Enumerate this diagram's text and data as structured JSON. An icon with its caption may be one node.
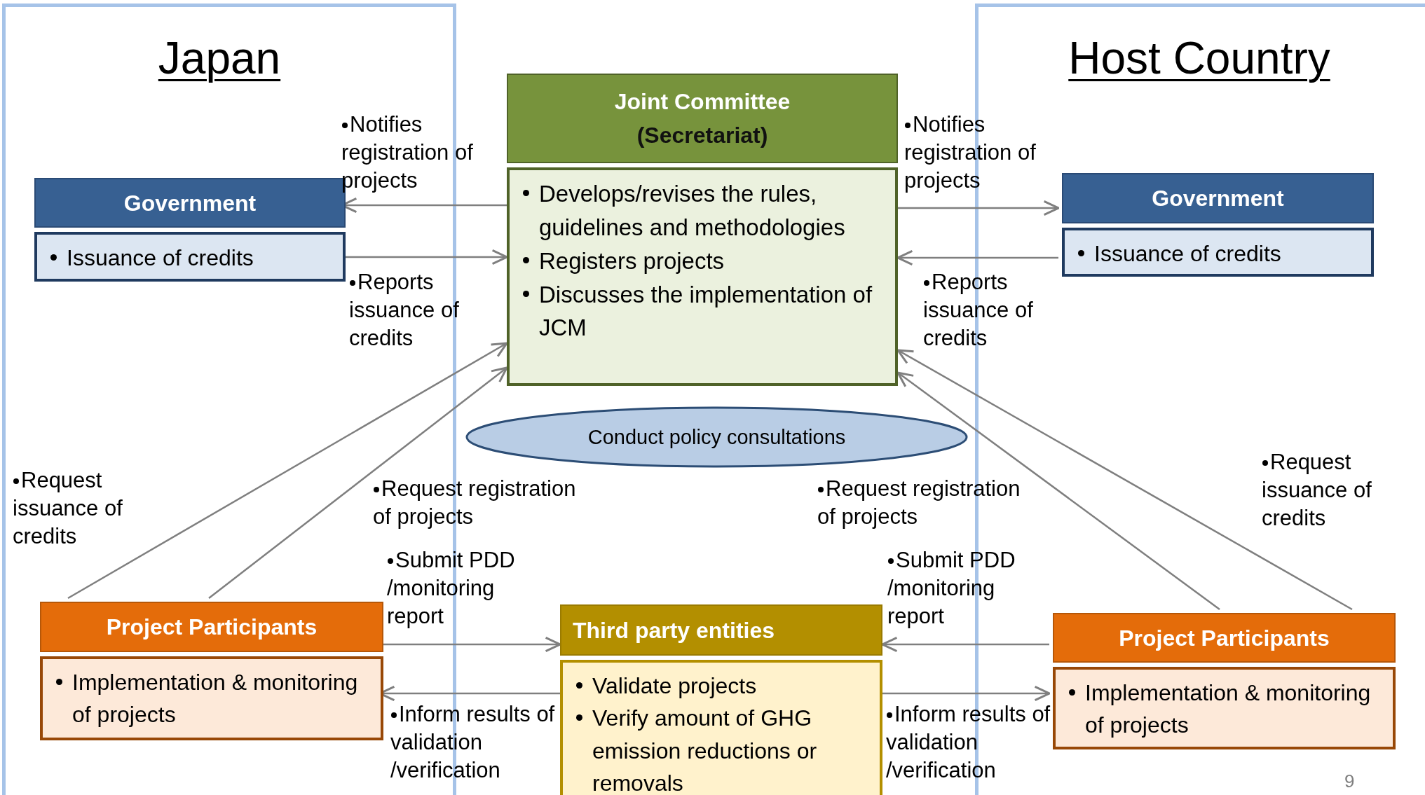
{
  "diagram": {
    "nodes": [
      {
        "text": [
          "Japan"
        ]
      },
      {
        "text": [
          "Host Country"
        ]
      },
      {
        "text": [
          "Government",
          "Issuance of credits"
        ],
        "in": 0
      },
      {
        "text": [
          "Joint Committee",
          "(Secretariat)",
          "Develops/revises the rules, guidelines and methodologies",
          "Registers projects",
          "Discusses the implementation of JCM"
        ]
      },
      {
        "text": [
          "Government",
          "Issuance of credits"
        ],
        "in": 1
      },
      {
        "text": [
          "Conduct policy consultations"
        ]
      },
      {
        "text": [
          "Project Participants",
          "Implementation & monitoring of projects"
        ],
        "in": 0
      },
      {
        "text": [
          "Third party entities",
          "Validate projects",
          "Verify amount of GHG emission reductions or removals"
        ]
      },
      {
        "text": [
          "Project Participants",
          "Implementation & monitoring of projects"
        ],
        "in": 1
      }
    ],
    "edges": [
      {
        "from": 3,
        "to": 2,
        "arrow": "to",
        "label": "Notifies registration of projects"
      },
      {
        "from": 2,
        "to": 3,
        "arrow": "to",
        "label": "Reports issuance of credits"
      },
      {
        "from": 3,
        "to": 4,
        "arrow": "to",
        "label": "Notifies registration of projects"
      },
      {
        "from": 4,
        "to": 3,
        "arrow": "to",
        "label": "Reports issuance of credits"
      },
      {
        "from": 6,
        "to": 3,
        "arrow": "to",
        "label": "Request issuance of credits"
      },
      {
        "from": 6,
        "to": 3,
        "arrow": "to",
        "label": "Request registration of projects"
      },
      {
        "from": 8,
        "to": 3,
        "arrow": "to",
        "label": "Request registration of projects"
      },
      {
        "from": 8,
        "to": 3,
        "arrow": "to",
        "label": "Request issuance of credits"
      },
      {
        "from": 6,
        "to": 7,
        "arrow": "to",
        "label": "Submit PDD /monitoring report"
      },
      {
        "from": 7,
        "to": 6,
        "arrow": "to",
        "label": "Inform results of validation /verification"
      },
      {
        "from": 8,
        "to": 7,
        "arrow": "to",
        "label": "Submit PDD /monitoring report"
      },
      {
        "from": 7,
        "to": 8,
        "arrow": "to",
        "label": "Inform results of validation /verification"
      }
    ],
    "labels": [
      "9"
    ]
  }
}
